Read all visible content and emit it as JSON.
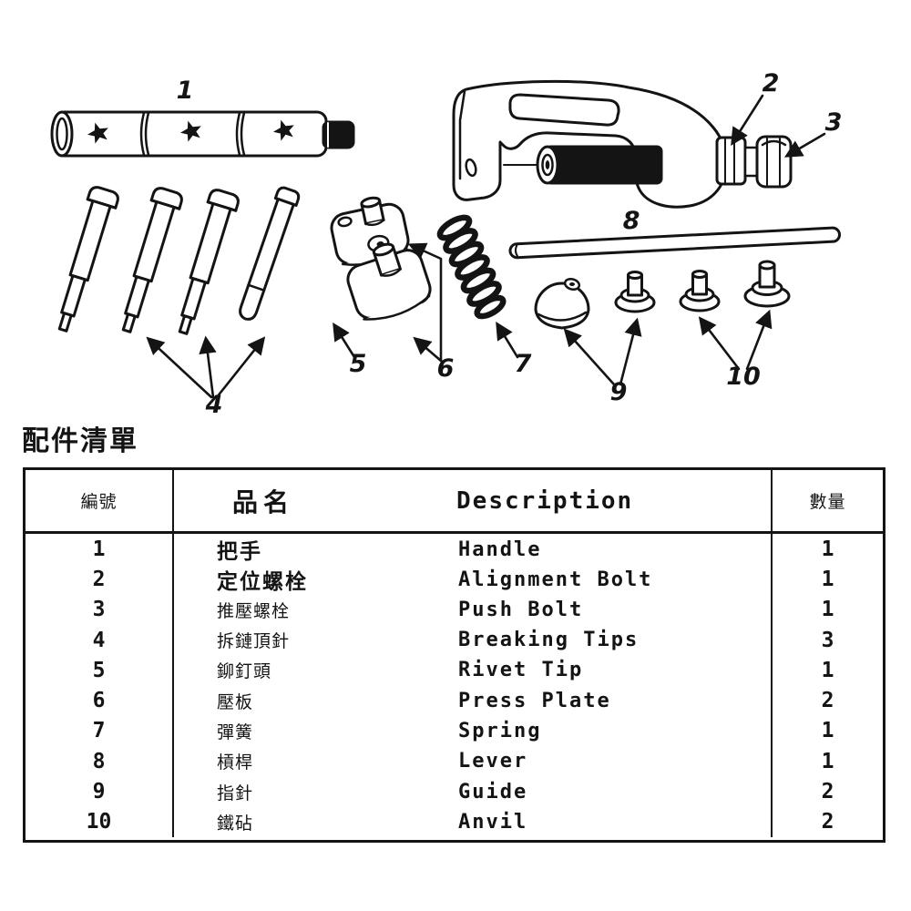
{
  "page": {
    "background": "#ffffff",
    "ink": "#141414"
  },
  "diagram": {
    "title": "chain-breaker-tool-exploded-parts-diagram",
    "labels": [
      {
        "num": "1"
      },
      {
        "num": "2"
      },
      {
        "num": "3"
      },
      {
        "num": "4"
      },
      {
        "num": "5"
      },
      {
        "num": "6"
      },
      {
        "num": "7"
      },
      {
        "num": "8"
      },
      {
        "num": "9"
      },
      {
        "num": "10"
      }
    ]
  },
  "parts_list": {
    "heading": "配件清單",
    "columns": {
      "no": "編號",
      "name": "品名",
      "description": "Description",
      "qty": "數量"
    },
    "rows": [
      {
        "no": "1",
        "name": "把手",
        "description": "Handle",
        "qty": "1"
      },
      {
        "no": "2",
        "name": "定位螺栓",
        "description": "Alignment Bolt",
        "qty": "1"
      },
      {
        "no": "3",
        "name": "推壓螺栓",
        "description": "Push Bolt",
        "qty": "1"
      },
      {
        "no": "4",
        "name": "拆鏈頂針",
        "description": "Breaking Tips",
        "qty": "3"
      },
      {
        "no": "5",
        "name": "鉚釘頭",
        "description": "Rivet Tip",
        "qty": "1"
      },
      {
        "no": "6",
        "name": "壓板",
        "description": "Press Plate",
        "qty": "2"
      },
      {
        "no": "7",
        "name": "彈簧",
        "description": "Spring",
        "qty": "1"
      },
      {
        "no": "8",
        "name": "槓桿",
        "description": "Lever",
        "qty": "1"
      },
      {
        "no": "9",
        "name": "指針",
        "description": "Guide",
        "qty": "2"
      },
      {
        "no": "10",
        "name": "鐵砧",
        "description": "Anvil",
        "qty": "2"
      }
    ]
  }
}
